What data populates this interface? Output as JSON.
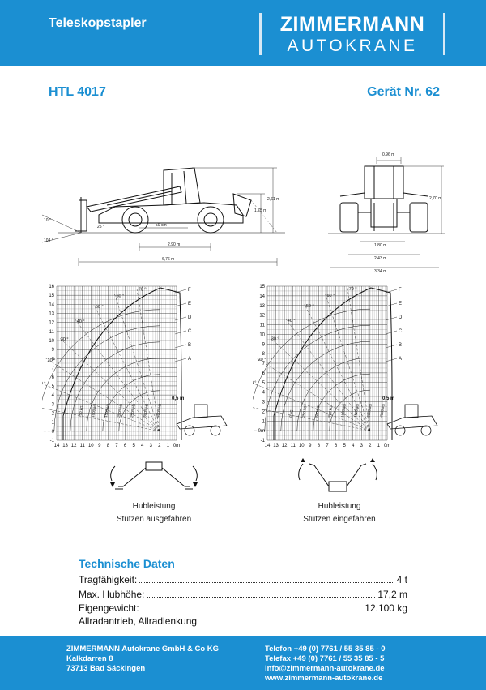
{
  "header": {
    "title": "Teleskopstapler",
    "logo_main": "ZIMMERMANN",
    "logo_sub": "AUTOKRANE"
  },
  "model": "HTL 4017",
  "device_no": "Gerät Nr. 62",
  "side_dims": {
    "angle_up": "10 °",
    "angle_down": "104 °",
    "angle_rear": "25 °",
    "clearance": "50 cm",
    "wheelbase": "2,90 m",
    "length": "6,76 m",
    "height_cab": "1,75 m",
    "height_total": "2,61 m"
  },
  "front_dims": {
    "top_width": "0,96 m",
    "height": "2,70 m",
    "track": "1,80 m",
    "width": "2,43 m",
    "outrigger_width": "3,34 m"
  },
  "chart_left": {
    "y_ticks": [
      "16",
      "15",
      "14",
      "13",
      "12",
      "11",
      "10",
      "9",
      "8",
      "7",
      "6",
      "5",
      "4",
      "3",
      "2",
      "1",
      "0",
      "-1"
    ],
    "x_ticks": [
      "14",
      "13",
      "12",
      "11",
      "10",
      "9",
      "8",
      "7",
      "6",
      "5",
      "4",
      "3",
      "2",
      "1",
      "0m"
    ],
    "curve_labels": [
      "F",
      "E",
      "D",
      "C",
      "B",
      "A"
    ],
    "angle_labels": [
      "70 °",
      "60 °",
      "50 °",
      "40 °",
      "30 °",
      "20 °",
      "10 °",
      "0 °",
      "-1 °"
    ],
    "load_labels": [
      "750 kG",
      "1000 kG",
      "1500 kG",
      "2000 kG",
      "2500 kG",
      "3000 kG",
      "4000 kG"
    ],
    "dim": "0,5 m",
    "caption1": "Hubleistung",
    "caption2": "Stützen ausgefahren"
  },
  "chart_right": {
    "y_ticks": [
      "15",
      "14",
      "13",
      "12",
      "11",
      "10",
      "9",
      "8",
      "7",
      "6",
      "5",
      "4",
      "3",
      "2",
      "1",
      "0m",
      "-1"
    ],
    "x_ticks": [
      "14",
      "13",
      "12",
      "11",
      "10",
      "9",
      "8",
      "7",
      "6",
      "5",
      "4",
      "3",
      "2",
      "1",
      "0m"
    ],
    "curve_labels": [
      "F",
      "E",
      "D",
      "C",
      "B",
      "A"
    ],
    "angle_labels": [
      "70 °",
      "60 °",
      "50 °",
      "40 °",
      "30 °",
      "20 °",
      "10 °",
      "0 °",
      "-2 °"
    ],
    "load_labels": [
      "0 kG",
      "250 kG",
      "500 kG",
      "800 kG",
      "1000 kG",
      "1500 kG",
      "2000 kG",
      "4000 kG"
    ],
    "dim": "0,5 m",
    "caption1": "Hubleistung",
    "caption2": "Stützen eingefahren"
  },
  "tech": {
    "title": "Technische Daten",
    "rows": [
      {
        "label": "Tragfähigkeit:",
        "value": "4 t"
      },
      {
        "label": "Max. Hubhöhe:",
        "value": "17,2 m"
      },
      {
        "label": "Eigengewicht:",
        "value": "12.100 kg"
      }
    ],
    "extra": "Allradantrieb, Allradlenkung"
  },
  "footer": {
    "company": "ZIMMERMANN Autokrane GmbH & Co KG",
    "street": "Kalkdarren 8",
    "city": "73713 Bad Säckingen",
    "phone": "Telefon +49 (0) 7761 / 55 35 85 - 0",
    "fax": "Telefax +49 (0) 7761 / 55 35 85 - 5",
    "email": "info@zimmermann-autokrane.de",
    "web": "www.zimmermann-autokrane.de"
  }
}
